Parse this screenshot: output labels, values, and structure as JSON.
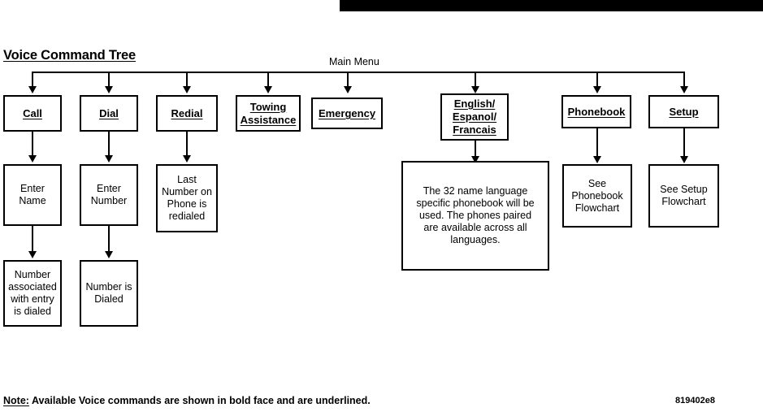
{
  "page": {
    "title": "Voice Command Tree",
    "main_menu_label": "Main Menu",
    "footer_note_prefix": "Note:",
    "footer_note_text": " Available Voice commands are shown in bold face and are underlined.",
    "document_id": "819402e8",
    "top_bar_color": "#000000",
    "line_color": "#000000",
    "background_color": "#ffffff"
  },
  "chart_data": {
    "type": "diagram",
    "title": "Voice Command Tree",
    "root": "Main Menu",
    "branches": [
      {
        "command": "Call",
        "steps": [
          "Enter Name",
          "Number associated with entry is dialed"
        ]
      },
      {
        "command": "Dial",
        "steps": [
          "Enter Number",
          "Number is Dialed"
        ]
      },
      {
        "command": "Redial",
        "steps": [
          "Last Number on Phone is redialed"
        ]
      },
      {
        "command": "Towing Assistance",
        "steps": []
      },
      {
        "command": "Emergency",
        "steps": []
      },
      {
        "command": "English/ Espanol/ Francais",
        "steps": [
          "The 32 name language specific phonebook will be used. The phones paired are available across all languages."
        ]
      },
      {
        "command": "Phonebook",
        "steps": [
          "See Phonebook Flowchart"
        ]
      },
      {
        "command": "Setup",
        "steps": [
          "See Setup Flowchart"
        ]
      }
    ]
  },
  "nodes": {
    "call": "Call",
    "dial": "Dial",
    "redial": "Redial",
    "towing_line1": "Towing",
    "towing_line2": "Assistance",
    "emergency": "Emergency",
    "language_line1": "English/",
    "language_line2": "Espanol/",
    "language_line3": "Francais",
    "phonebook": "Phonebook",
    "setup": "Setup",
    "enter_name": "Enter Name",
    "enter_number": "Enter Number",
    "last_number": "Last Number on Phone is redialed",
    "language_note": "The 32 name language specific phonebook will be used. The phones paired are available across all languages.",
    "see_phonebook": "See Phonebook Flowchart",
    "see_setup": "See Setup Flowchart",
    "number_associated": "Number associated with entry is dialed",
    "number_dialed": "Number is Dialed"
  }
}
